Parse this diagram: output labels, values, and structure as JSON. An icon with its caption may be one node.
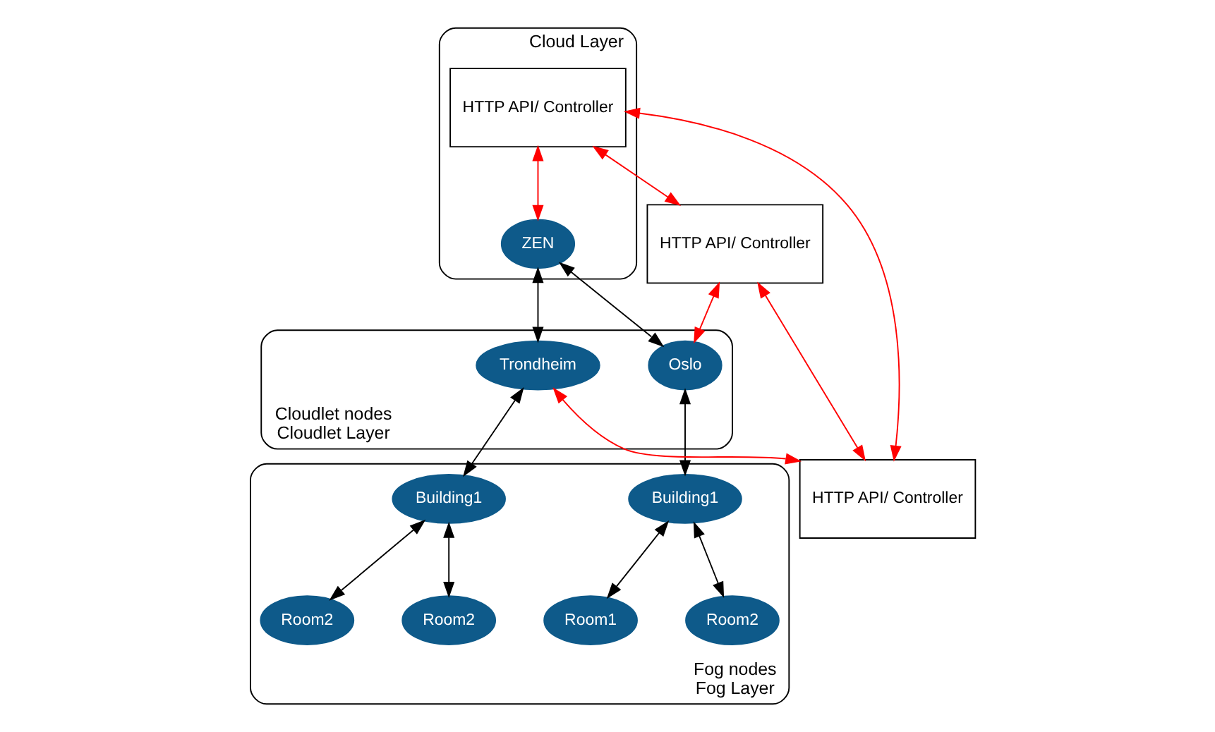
{
  "diagram": {
    "nodes": [
      {
        "text": [
          "Cloud Layer"
        ]
      },
      {
        "text": [
          "HTTP API/ Controller"
        ],
        "in": 0
      },
      {
        "text": [
          "ZEN"
        ],
        "in": 0
      },
      {
        "text": [
          "Cloudlet nodes",
          "Cloudlet Layer"
        ]
      },
      {
        "text": [
          "HTTP API/ Controller"
        ]
      },
      {
        "text": [
          "Oslo"
        ],
        "in": 3
      },
      {
        "text": [
          "Trondheim"
        ],
        "in": 3
      },
      {
        "text": [
          "HTTP API/ Controller"
        ]
      },
      {
        "text": [
          "Fog nodes",
          "Fog Layer"
        ]
      },
      {
        "text": [
          "Building1"
        ],
        "in": 8
      },
      {
        "text": [
          "Building1"
        ],
        "in": 8
      },
      {
        "text": [
          "Room1"
        ],
        "in": 8
      },
      {
        "text": [
          "Room2"
        ],
        "in": 8
      },
      {
        "text": [
          "Room2"
        ],
        "in": 8
      },
      {
        "text": [
          "Room2"
        ],
        "in": 8
      }
    ],
    "edges": [
      {
        "from": 1,
        "to": 2,
        "arrow": "both",
        "color": "#ff0000"
      },
      {
        "from": 1,
        "to": 4,
        "arrow": "both",
        "color": "#ff0000"
      },
      {
        "from": 1,
        "to": 7,
        "arrow": "both",
        "color": "#ff0000"
      },
      {
        "from": 4,
        "to": 7,
        "arrow": "both",
        "color": "#ff0000"
      },
      {
        "from": 4,
        "to": 5,
        "arrow": "both",
        "color": "#ff0000"
      },
      {
        "from": 6,
        "to": 7,
        "arrow": "both",
        "color": "#ff0000"
      },
      {
        "from": 2,
        "to": 5,
        "arrow": "both"
      },
      {
        "from": 2,
        "to": 6,
        "arrow": "both"
      },
      {
        "from": 5,
        "to": 9,
        "arrow": "both"
      },
      {
        "from": 6,
        "to": 10,
        "arrow": "both"
      },
      {
        "from": 9,
        "to": 11,
        "arrow": "both"
      },
      {
        "from": 9,
        "to": 12,
        "arrow": "both"
      },
      {
        "from": 10,
        "to": 13,
        "arrow": "both"
      },
      {
        "from": 10,
        "to": 14,
        "arrow": "both"
      }
    ]
  }
}
